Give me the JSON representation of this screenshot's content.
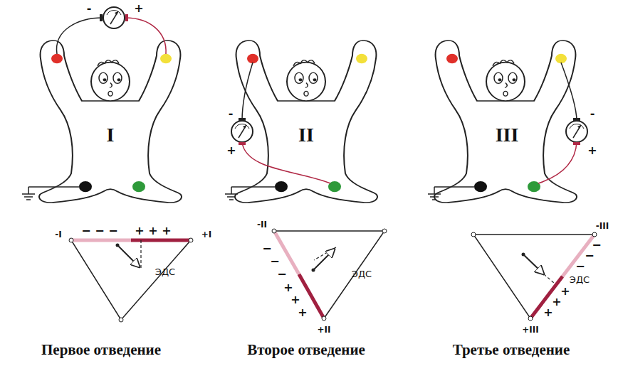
{
  "diagram": {
    "labels": [
      "-",
      "+",
      "I",
      "-I",
      "+I",
      "− − −",
      "+ + +",
      "ЭДС",
      "Первое отведение",
      "-",
      "+",
      "II",
      "-II",
      "+II",
      "−",
      "−",
      "−",
      "+",
      "+",
      "+",
      "ЭДС",
      "Второе отведение",
      "-",
      "+",
      "III",
      "-III",
      "+III",
      "−",
      "−",
      "−",
      "+",
      "+",
      "+",
      "ЭДС",
      "Третье отведение"
    ]
  }
}
